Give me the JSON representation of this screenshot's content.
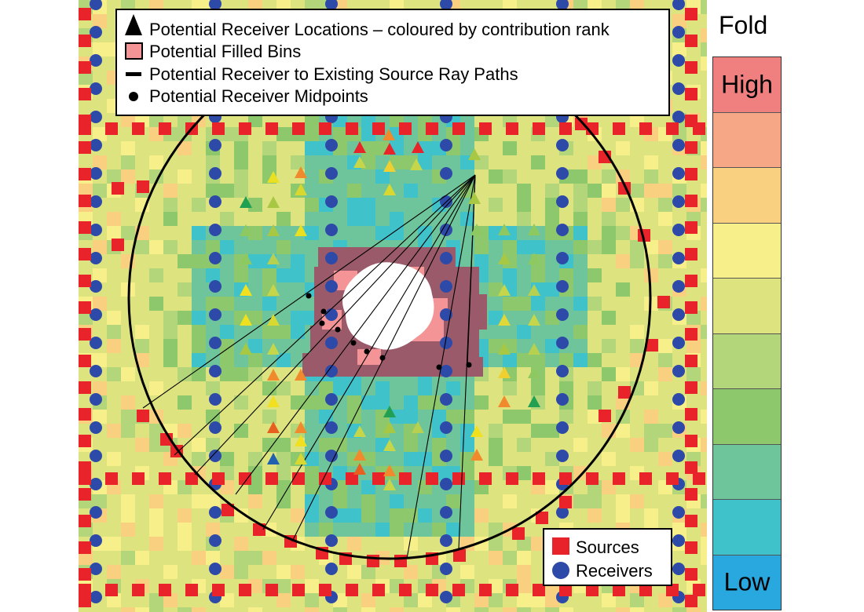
{
  "legend_top": {
    "items": [
      {
        "symbol": "triangle",
        "label": "Potential Receiver Locations – coloured by contribution rank"
      },
      {
        "symbol": "pink-square",
        "label": "Potential Filled Bins"
      },
      {
        "symbol": "line",
        "label": "Potential Receiver to Existing Source Ray Paths"
      },
      {
        "symbol": "dot",
        "label": "Potential Receiver Midpoints"
      }
    ]
  },
  "legend_bottom": {
    "items": [
      {
        "symbol": "red-square",
        "label": "Sources",
        "color": "#e8232a"
      },
      {
        "symbol": "blue-circle",
        "label": "Receivers",
        "color": "#2e4aa8"
      }
    ]
  },
  "fold_scale": {
    "title": "Fold",
    "high_label": "High",
    "low_label": "Low",
    "colors": [
      "#f08080",
      "#f6a886",
      "#f9cf80",
      "#f6ef8a",
      "#dde37f",
      "#b2d679",
      "#8ec86c",
      "#6fc59b",
      "#3fc2c9",
      "#29a8e0"
    ]
  },
  "map_colors": {
    "source": "#e8232a",
    "receiver": "#2e4aa8",
    "filled_bin": "#9a5a6a",
    "circle": "#000000"
  }
}
